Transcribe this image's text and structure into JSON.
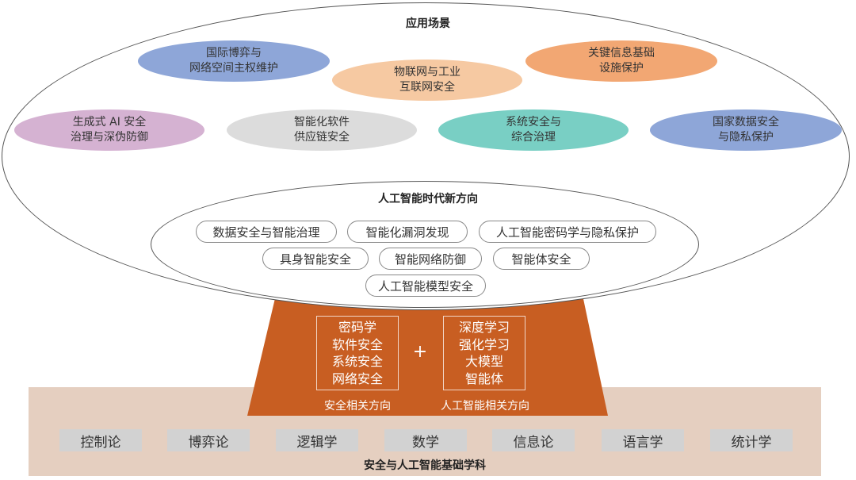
{
  "application_scenarios": {
    "title": "应用场景",
    "items": [
      {
        "line1": "国际博弈与",
        "line2": "网络空间主权维护",
        "color": "#8ea6d8"
      },
      {
        "line1": "物联网与工业",
        "line2": "互联网安全",
        "color": "#f6c9a2"
      },
      {
        "line1": "关键信息基础",
        "line2": "设施保护",
        "color": "#f2a773"
      },
      {
        "line1": "生成式 AI 安全",
        "line2": "治理与深伪防御",
        "color": "#d5b2d2"
      },
      {
        "line1": "智能化软件",
        "line2": "供应链安全",
        "color": "#dcdcdc"
      },
      {
        "line1": "系统安全与",
        "line2": "综合治理",
        "color": "#79cfc4"
      },
      {
        "line1": "国家数据安全",
        "line2": "与隐私保护",
        "color": "#8ea6d8"
      }
    ]
  },
  "ai_directions": {
    "title": "人工智能时代新方向",
    "tags": [
      "数据安全与智能治理",
      "智能化漏洞发现",
      "人工智能密码学与隐私保护",
      "具身智能安全",
      "智能网络防御",
      "智能体安全",
      "人工智能模型安全"
    ]
  },
  "related_directions": {
    "security": {
      "items": [
        "密码学",
        "软件安全",
        "系统安全",
        "网络安全"
      ],
      "caption": "安全相关方向"
    },
    "plus": "+",
    "ai": {
      "items": [
        "深度学习",
        "强化学习",
        "大模型",
        "智能体"
      ],
      "caption": "人工智能相关方向"
    },
    "color": "#c85e22"
  },
  "foundation": {
    "title": "安全与人工智能基础学科",
    "subjects": [
      "控制论",
      "博弈论",
      "逻辑学",
      "数学",
      "信息论",
      "语言学",
      "统计学"
    ],
    "color": "#e5cfc0"
  }
}
